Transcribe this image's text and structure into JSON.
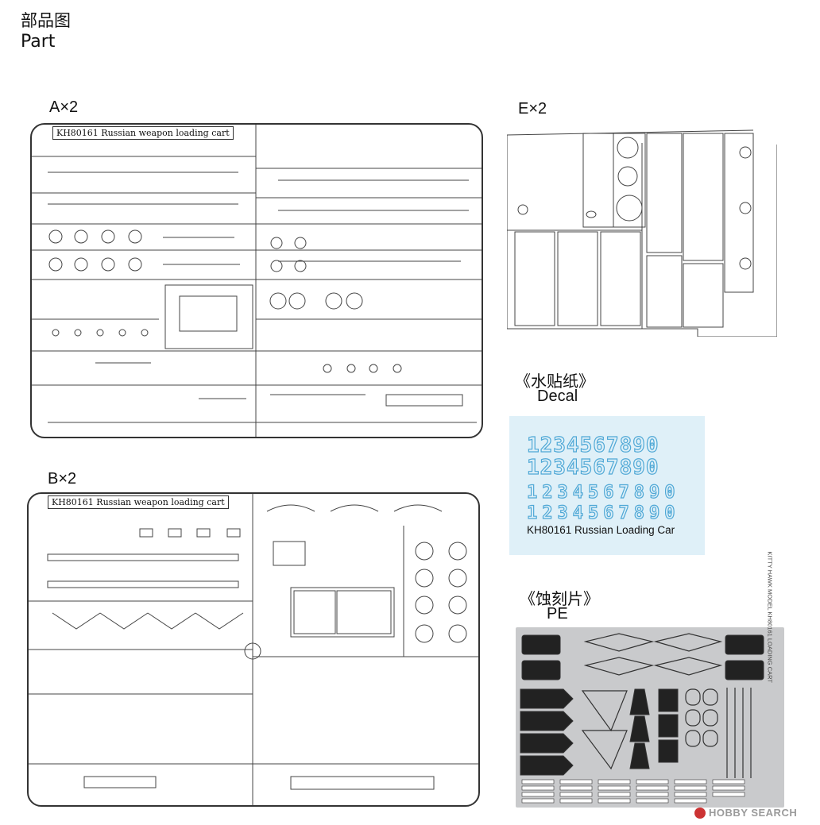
{
  "header": {
    "title_cn": "部品图",
    "title_en": "Part"
  },
  "sprue_a": {
    "label": "A×2",
    "title": "KH80161 Russian weapon loading cart"
  },
  "sprue_b": {
    "label": "B×2",
    "title": "KH80161 Russian weapon loading cart"
  },
  "sprue_e": {
    "label": "E×2"
  },
  "decal": {
    "label_cn": "《水贴纸》",
    "label_en": "Decal",
    "digits": "1234567890",
    "caption": "KH80161 Russian Loading Car"
  },
  "pe": {
    "label_cn": "《蚀刻片》",
    "label_en": "PE",
    "side_text": "KITTY HAWK MODEL KH80161 LOADING CART"
  },
  "watermark": {
    "text": "HOBBY SEARCH"
  }
}
